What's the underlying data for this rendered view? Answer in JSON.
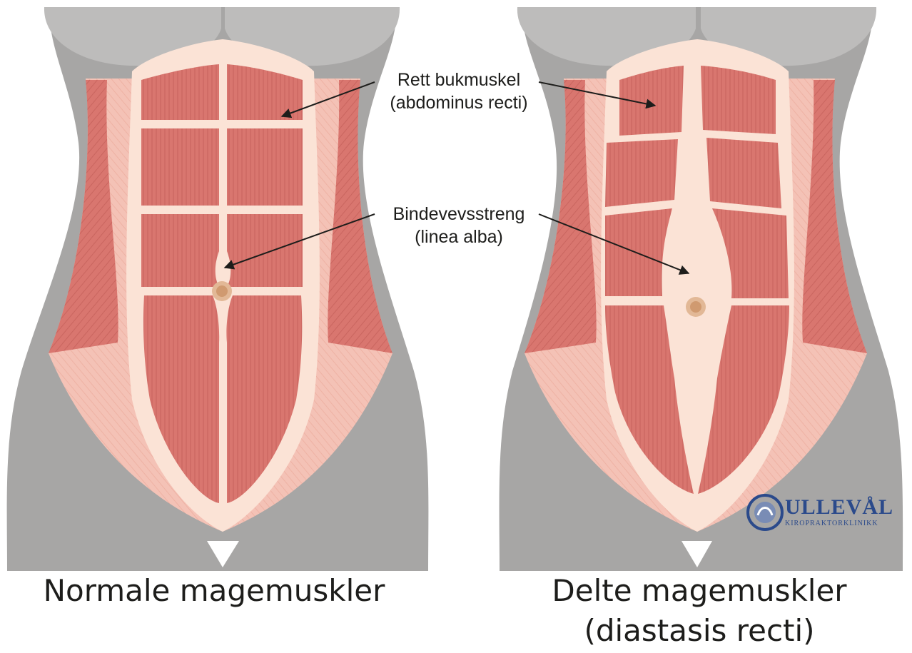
{
  "figure": {
    "left_caption": "Normale magemuskler",
    "right_caption_line1": "Delte magemuskler",
    "right_caption_line2": "(diastasis recti)"
  },
  "labels": {
    "rectus_line1": "Rett bukmuskel",
    "rectus_line2": "(abdominus recti)",
    "linea_line1": "Bindevevsstreng",
    "linea_line2": "(linea alba)"
  },
  "logo": {
    "name": "ULLEVÅL",
    "subtitle": "KIROPRAKTORKLINIKK"
  },
  "colors": {
    "skin": "#a7a6a5",
    "skin_dark": "#8e8d8c",
    "muscle": "#d9766f",
    "muscle_dark": "#c9655f",
    "fascia": "#f6cfc4",
    "linea": "#fbe3d6",
    "brand": "#2b4a8b"
  }
}
